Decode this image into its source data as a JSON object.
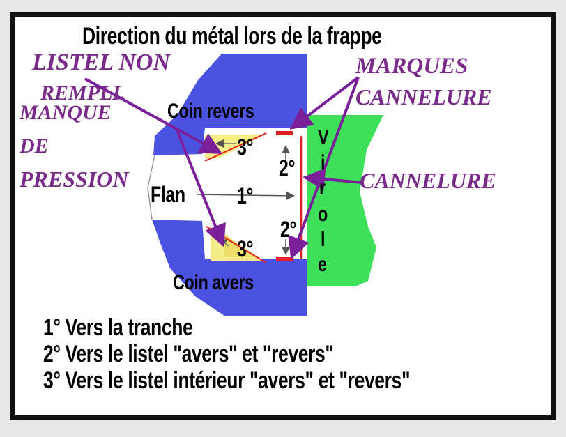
{
  "title": "Direction du métal lors de la frappe",
  "annotations": {
    "listel_non_rempli_1": "LISTEL NON",
    "listel_non_rempli_2": "REMPLI.",
    "manque_1": "MANQUE",
    "manque_2": "DE",
    "manque_3": "PRESSION",
    "marques_1": "MARQUES",
    "marques_2": "CANNELURE",
    "cannelure": "CANNELURE"
  },
  "labels": {
    "coin_revers": "Coin revers",
    "coin_avers": "Coin avers",
    "flan": "Flan",
    "virole": [
      "V",
      "i",
      "r",
      "o",
      "l",
      "e"
    ],
    "deg1": "1°",
    "deg2_top": "2°",
    "deg2_bottom": "2°",
    "deg3_top": "3°",
    "deg3_bottom": "3°"
  },
  "legend": [
    "1° Vers la tranche",
    "2° Vers le listel \"avers\" et \"revers\"",
    "3° Vers le listel intérieur \"avers\" et \"revers\""
  ],
  "colors": {
    "die": "#4b52e0",
    "collar": "#3ee05a",
    "listel": "#f5ec8a",
    "annotation": "#7a2a8a",
    "arrow_purple": "#7a1f9a",
    "marks": "#e02020"
  }
}
